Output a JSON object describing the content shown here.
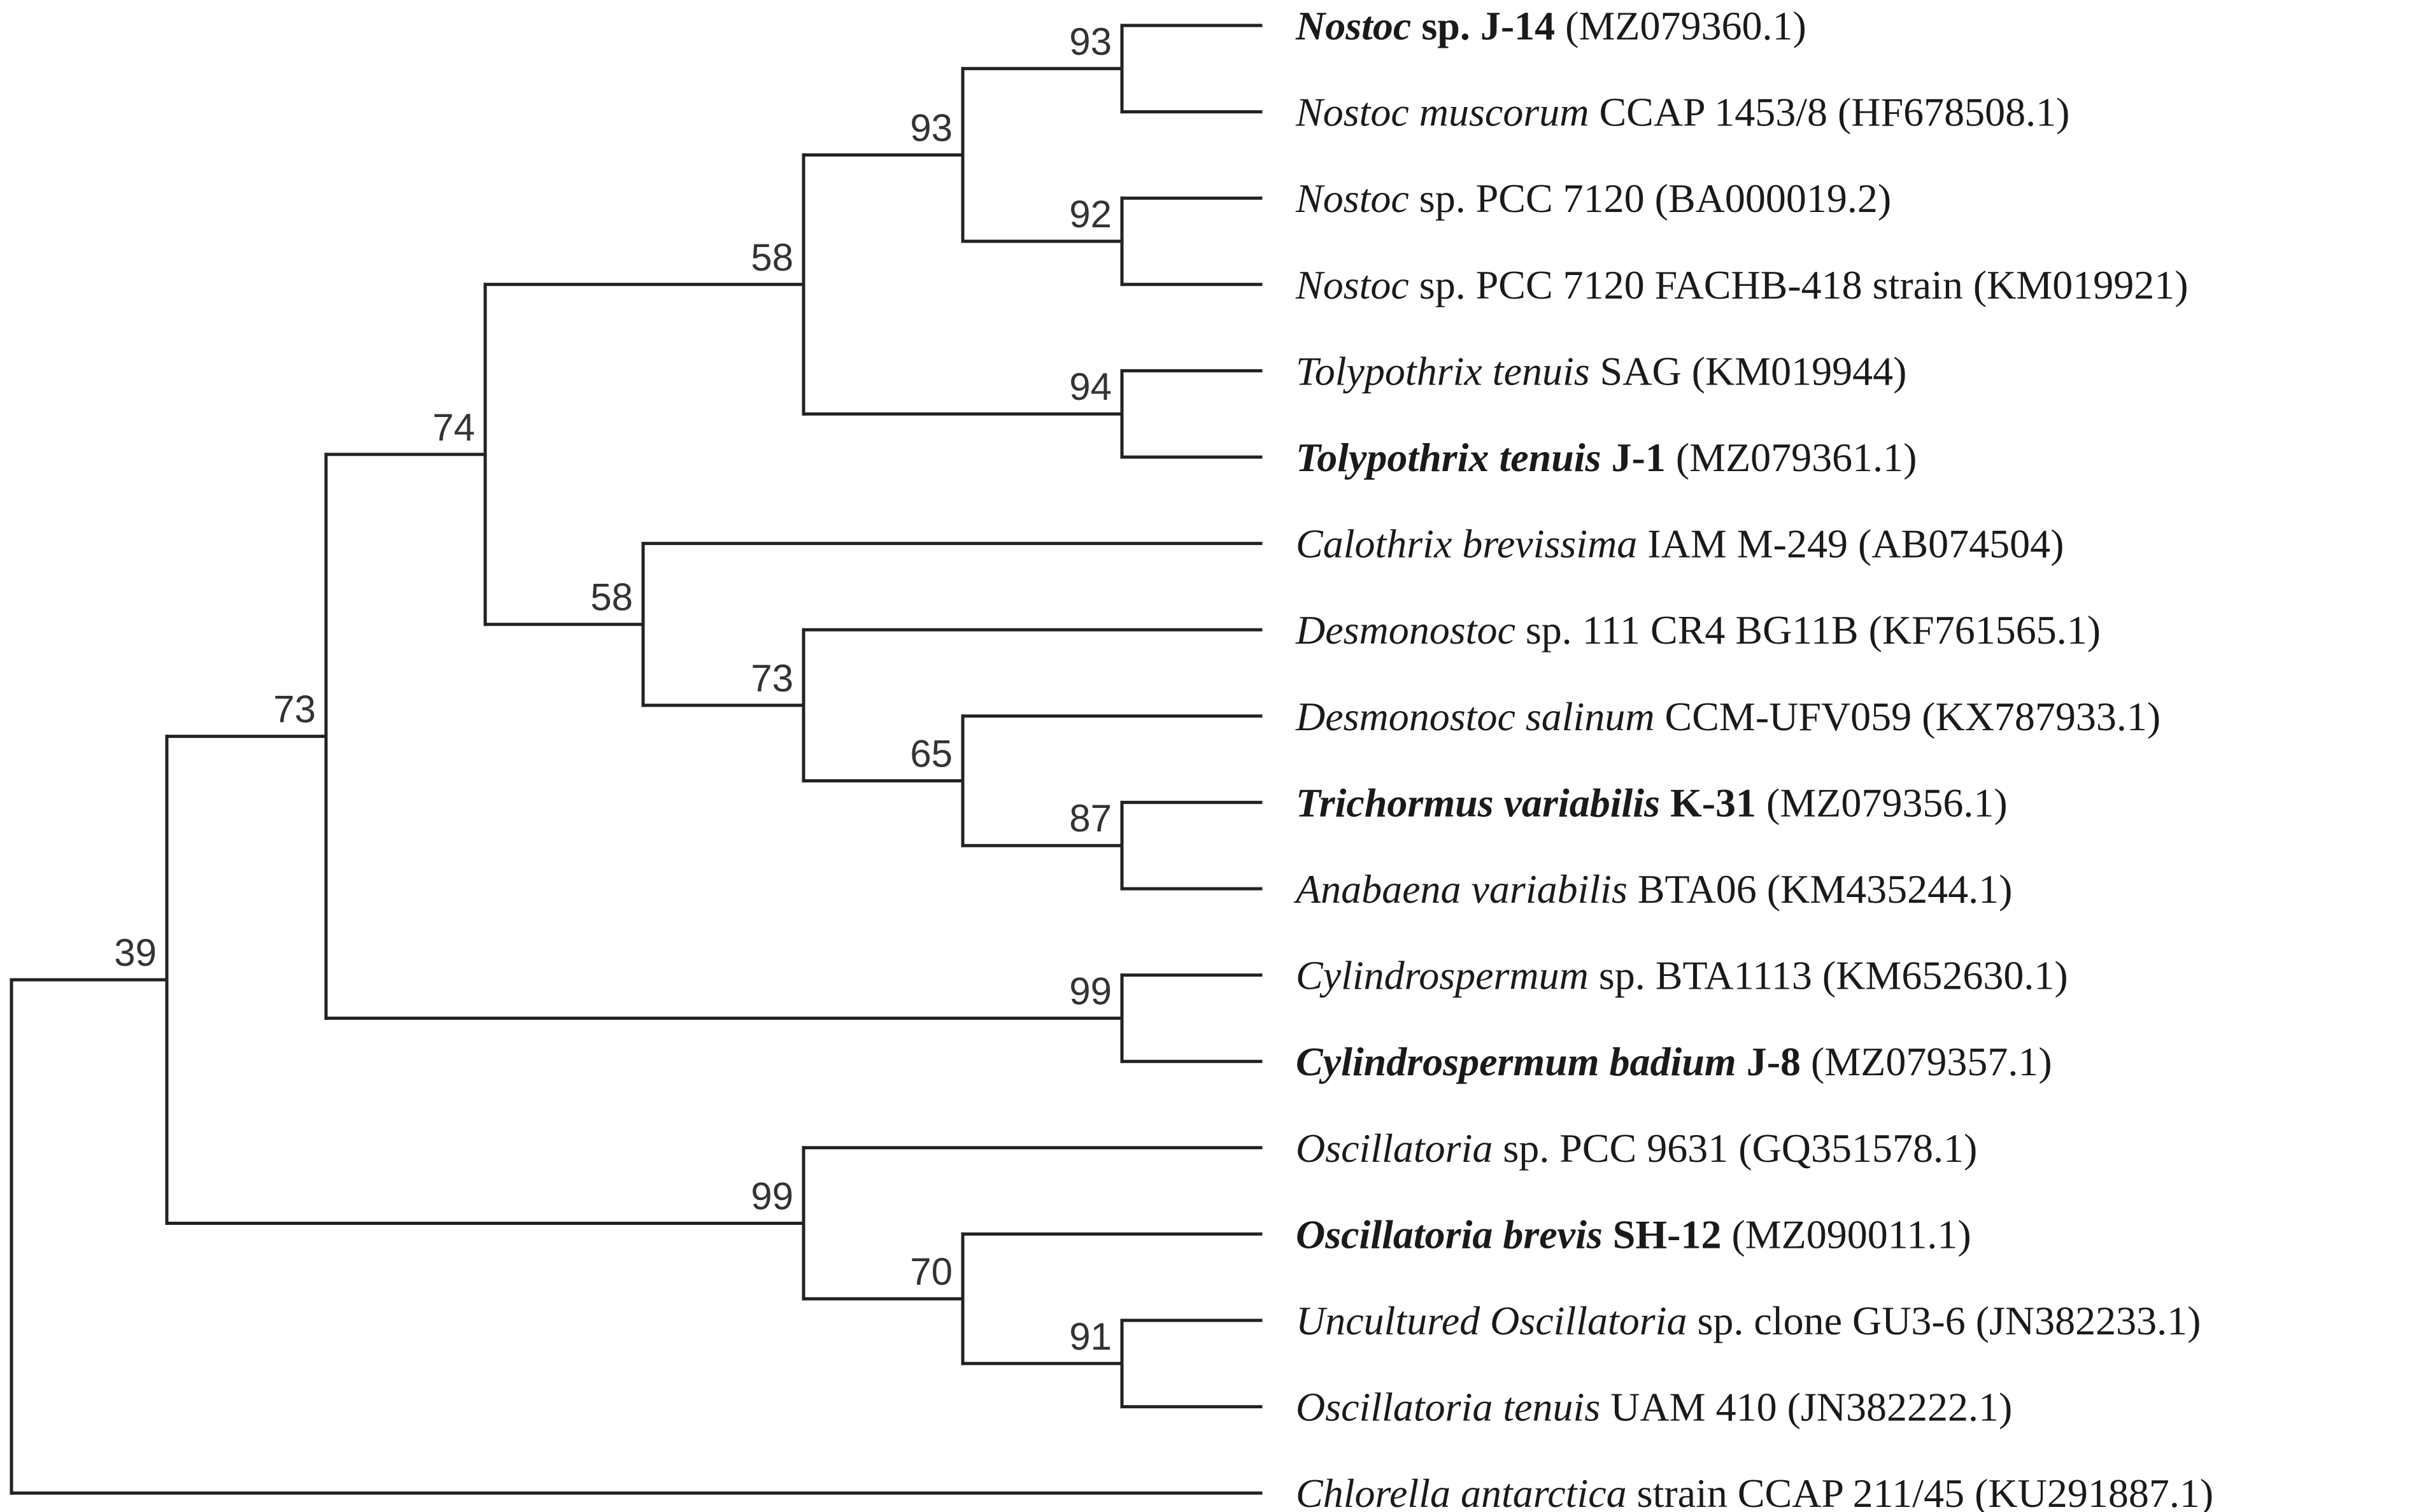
{
  "taxa": [
    {
      "id": "t1",
      "parts": [
        {
          "text": "Nostoc",
          "italic": true,
          "bold": true
        },
        {
          "text": " sp. J-14",
          "bold": true
        },
        {
          "text": " (MZ079360.1)"
        }
      ]
    },
    {
      "id": "t2",
      "parts": [
        {
          "text": "Nostoc muscorum",
          "italic": true
        },
        {
          "text": " CCAP 1453/8 (HF678508.1)"
        }
      ]
    },
    {
      "id": "t3",
      "parts": [
        {
          "text": "Nostoc",
          "italic": true
        },
        {
          "text": " sp. PCC 7120 (BA000019.2)"
        }
      ]
    },
    {
      "id": "t4",
      "parts": [
        {
          "text": "Nostoc",
          "italic": true
        },
        {
          "text": " sp. PCC 7120 FACHB-418 strain (KM019921)"
        }
      ]
    },
    {
      "id": "t5",
      "parts": [
        {
          "text": "Tolypothrix tenuis",
          "italic": true
        },
        {
          "text": " SAG (KM019944)"
        }
      ]
    },
    {
      "id": "t6",
      "parts": [
        {
          "text": "Tolypothrix tenuis",
          "italic": true,
          "bold": true
        },
        {
          "text": " J-1",
          "bold": true
        },
        {
          "text": " (MZ079361.1)"
        }
      ]
    },
    {
      "id": "t7",
      "parts": [
        {
          "text": "Calothrix brevissima",
          "italic": true
        },
        {
          "text": " IAM M-249 (AB074504)"
        }
      ]
    },
    {
      "id": "t8",
      "parts": [
        {
          "text": "Desmonostoc",
          "italic": true
        },
        {
          "text": " sp. 111 CR4 BG11B (KF761565.1)"
        }
      ]
    },
    {
      "id": "t9",
      "parts": [
        {
          "text": "Desmonostoc salinum",
          "italic": true
        },
        {
          "text": " CCM-UFV059 (KX787933.1)"
        }
      ]
    },
    {
      "id": "t10",
      "parts": [
        {
          "text": "Trichormus variabilis",
          "italic": true,
          "bold": true
        },
        {
          "text": " K-31",
          "bold": true
        },
        {
          "text": " (MZ079356.1)"
        }
      ]
    },
    {
      "id": "t11",
      "parts": [
        {
          "text": "Anabaena variabilis",
          "italic": true
        },
        {
          "text": " BTA06 (KM435244.1)"
        }
      ]
    },
    {
      "id": "t12",
      "parts": [
        {
          "text": "Cylindrospermum",
          "italic": true
        },
        {
          "text": " sp. BTA1113 (KM652630.1)"
        }
      ]
    },
    {
      "id": "t13",
      "parts": [
        {
          "text": "Cylindrospermum badium",
          "italic": true,
          "bold": true
        },
        {
          "text": " J-8",
          "bold": true
        },
        {
          "text": " (MZ079357.1)"
        }
      ]
    },
    {
      "id": "t14",
      "parts": [
        {
          "text": "Oscillatoria",
          "italic": true
        },
        {
          "text": " sp. PCC 9631 (GQ351578.1)"
        }
      ]
    },
    {
      "id": "t15",
      "parts": [
        {
          "text": "Oscillatoria brevis",
          "italic": true,
          "bold": true
        },
        {
          "text": " SH-12",
          "bold": true
        },
        {
          "text": " (MZ090011.1)"
        }
      ]
    },
    {
      "id": "t16",
      "parts": [
        {
          "text": "Uncultured Oscillatoria",
          "italic": true
        },
        {
          "text": " sp. clone GU3-6 (JN382233.1)"
        }
      ]
    },
    {
      "id": "t17",
      "parts": [
        {
          "text": "Oscillatoria tenuis",
          "italic": true
        },
        {
          "text": " UAM 410 (JN382222.1)"
        }
      ]
    },
    {
      "id": "t18",
      "parts": [
        {
          "text": "Chlorella antarctica",
          "italic": true
        },
        {
          "text": " strain CCAP 211/45 (KU291887.1)"
        }
      ]
    }
  ],
  "nodes": [
    {
      "id": "n_j14_musc",
      "support": "93",
      "children": [
        "t1",
        "t2"
      ]
    },
    {
      "id": "n_pcc7120",
      "support": "92",
      "children": [
        "t3",
        "t4"
      ]
    },
    {
      "id": "n_nostoc",
      "support": "93",
      "children": [
        "n_j14_musc",
        "n_pcc7120"
      ]
    },
    {
      "id": "n_tolypo",
      "support": "94",
      "children": [
        "t5",
        "t6"
      ]
    },
    {
      "id": "n_nost_tol",
      "support": "58",
      "children": [
        "n_nostoc",
        "n_tolypo"
      ]
    },
    {
      "id": "n_tri_ana",
      "support": "87",
      "children": [
        "t10",
        "t11"
      ]
    },
    {
      "id": "n_sal_tri",
      "support": "65",
      "children": [
        "t9",
        "n_tri_ana"
      ]
    },
    {
      "id": "n_desmo",
      "support": "73",
      "children": [
        "t8",
        "n_sal_tri"
      ]
    },
    {
      "id": "n_calo_desmo",
      "support": "58",
      "children": [
        "t7",
        "n_desmo"
      ]
    },
    {
      "id": "n_upper",
      "support": "74",
      "children": [
        "n_nost_tol",
        "n_calo_desmo"
      ]
    },
    {
      "id": "n_cylin",
      "support": "99",
      "children": [
        "t12",
        "t13"
      ]
    },
    {
      "id": "n_nostocales",
      "support": "73",
      "children": [
        "n_upper",
        "n_cylin"
      ]
    },
    {
      "id": "n_osc_ten",
      "support": "91",
      "children": [
        "t16",
        "t17"
      ]
    },
    {
      "id": "n_osc_brev",
      "support": "70",
      "children": [
        "t15",
        "n_osc_ten"
      ]
    },
    {
      "id": "n_osc",
      "support": "99",
      "children": [
        "t14",
        "n_osc_brev"
      ]
    },
    {
      "id": "n_cyano",
      "support": "39",
      "children": [
        "n_nostocales",
        "n_osc"
      ]
    },
    {
      "id": "n_root",
      "support": "",
      "children": [
        "n_cyano",
        "t18"
      ]
    }
  ]
}
